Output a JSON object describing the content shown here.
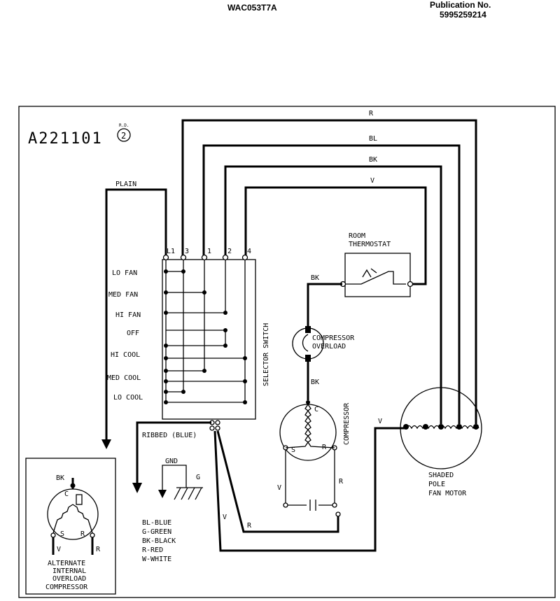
{
  "header": {
    "model": "WAC053T7A",
    "publication_label": "Publication No.",
    "publication_number": "5995259214"
  },
  "diagram": {
    "id": "A221101",
    "rev_small": "R.D.",
    "rev": "2",
    "wire_labels": {
      "r": "R",
      "bl": "BL",
      "bk": "BK",
      "v": "V",
      "plain": "PLAIN",
      "ribbed": "RIBBED (BLUE)"
    },
    "terminals": [
      "L1",
      "3",
      "1",
      "2",
      "4"
    ],
    "switch_positions": [
      "LO FAN",
      "MED FAN",
      "HI FAN",
      "OFF",
      "HI COOL",
      "MED COOL",
      "LO COOL"
    ],
    "selector_switch": "SELECTOR SWITCH",
    "room_thermostat": [
      "ROOM",
      "THERMOSTAT"
    ],
    "compressor_overload": [
      "COMPRESSOR",
      "OVERLOAD"
    ],
    "compressor": "COMPRESSOR",
    "compressor_terms": {
      "c": "C",
      "s": "S",
      "r": "R"
    },
    "fan_motor": [
      "SHADED",
      "POLE",
      "FAN MOTOR"
    ],
    "ground": {
      "gnd": "GND",
      "g": "G"
    },
    "legend": [
      "BL-BLUE",
      "G-GREEN",
      "BK-BLACK",
      "R-RED",
      "W-WHITE"
    ],
    "alt_compressor": {
      "bk": "BK",
      "c": "C",
      "s": "S",
      "r": "R",
      "v": "V",
      "r_wire": "R",
      "caption": [
        "ALTERNATE",
        "INTERNAL",
        "OVERLOAD",
        "COMPRESSOR"
      ]
    },
    "misc_labels": {
      "bk_ovl": "BK",
      "v_fan": "V",
      "v_cap": "V",
      "r_cap": "R",
      "v_bottom": "V",
      "r_bottom": "R"
    }
  }
}
